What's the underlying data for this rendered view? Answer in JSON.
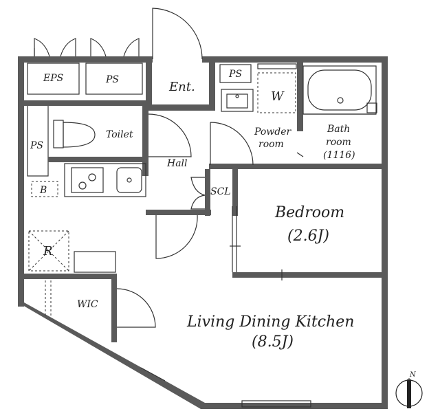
{
  "rooms": {
    "eps": "EPS",
    "ps_top": "PS",
    "entrance": "Ent.",
    "ps_small": "PS",
    "washer": "W",
    "ps_left": "PS",
    "toilet": "Toilet",
    "powder_room_line1": "Powder",
    "powder_room_line2": "room",
    "bath_room_line1": "Bath",
    "bath_room_line2": "room",
    "bath_size": "(1116)",
    "hall": "Hall",
    "b_box": "B",
    "scl": "SCL",
    "bedroom": "Bedroom",
    "bedroom_size": "(2.6J)",
    "refrigerator": "R",
    "wic": "WIC",
    "ldk": "Living Dining Kitchen",
    "ldk_size": "(8.5J)"
  },
  "compass": {
    "north_label": "N"
  }
}
